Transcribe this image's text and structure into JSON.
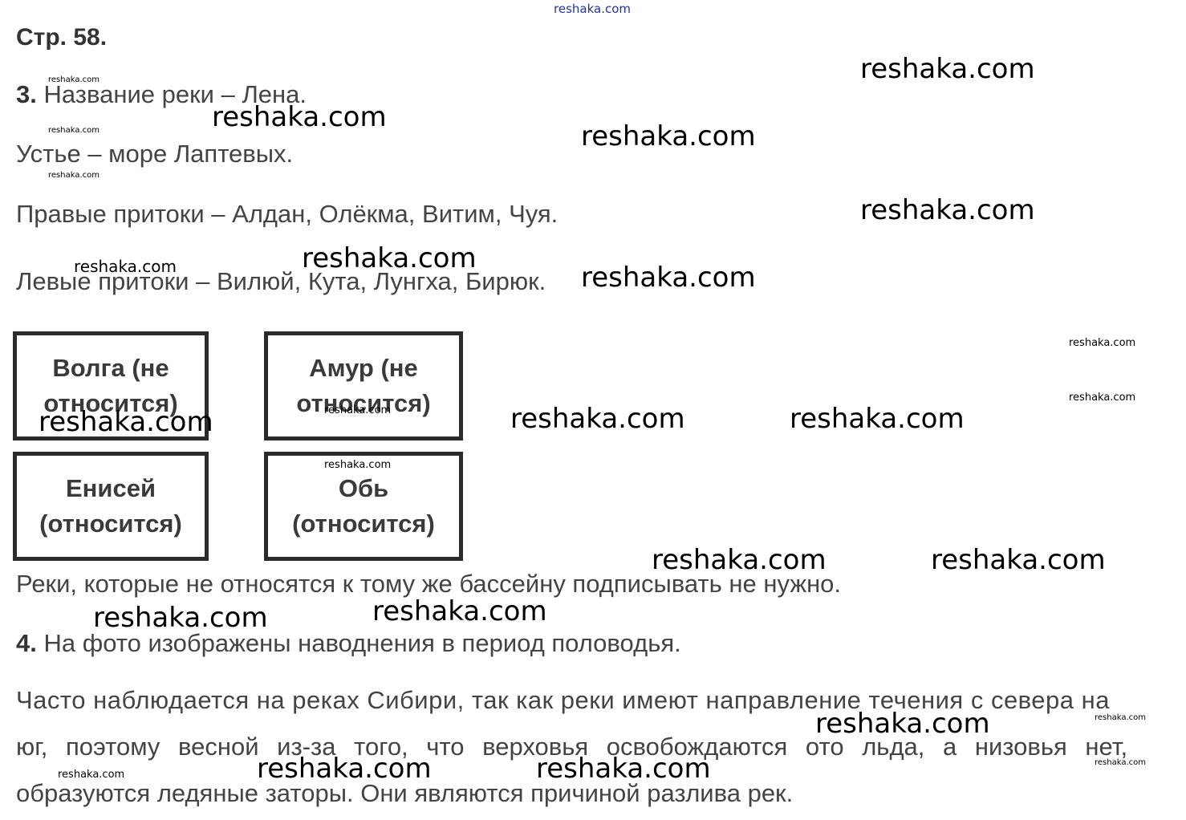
{
  "watermark_text": "reshaka.com",
  "page": {
    "heading": "Стр. 58."
  },
  "task3": {
    "number": "3.",
    "river_name": "Название реки – Лена.",
    "mouth": "Устье – море Лаптевых.",
    "right_tributaries": "Правые притоки – Алдан, Олёкма, Витим, Чуя.",
    "left_tributaries": "Левые притоки – Вилюй, Кута, Лунгха, Бирюк.",
    "boxes": [
      {
        "line1": "Волга (не",
        "line2": "относится)"
      },
      {
        "line1": "Амур (не",
        "line2": "относится)"
      },
      {
        "line1": "Енисей",
        "line2": "(относится)"
      },
      {
        "line1": "Обь",
        "line2": "(относится)"
      }
    ],
    "note": "Реки, которые не относятся к тому же бассейну подписывать не нужно."
  },
  "task4": {
    "number": "4.",
    "first_line": "На фото изображены наводнения в период половодья.",
    "para_line1": "Часто наблюдается на реках Сибири, так как реки имеют направление течения с севера на",
    "para_line2": "юг, поэтому весной из-за того, что верховья освобождаются ото льда, а низовья нет,",
    "para_line3": "образуются ледяные заторы. Они являются причиной разлива рек."
  }
}
